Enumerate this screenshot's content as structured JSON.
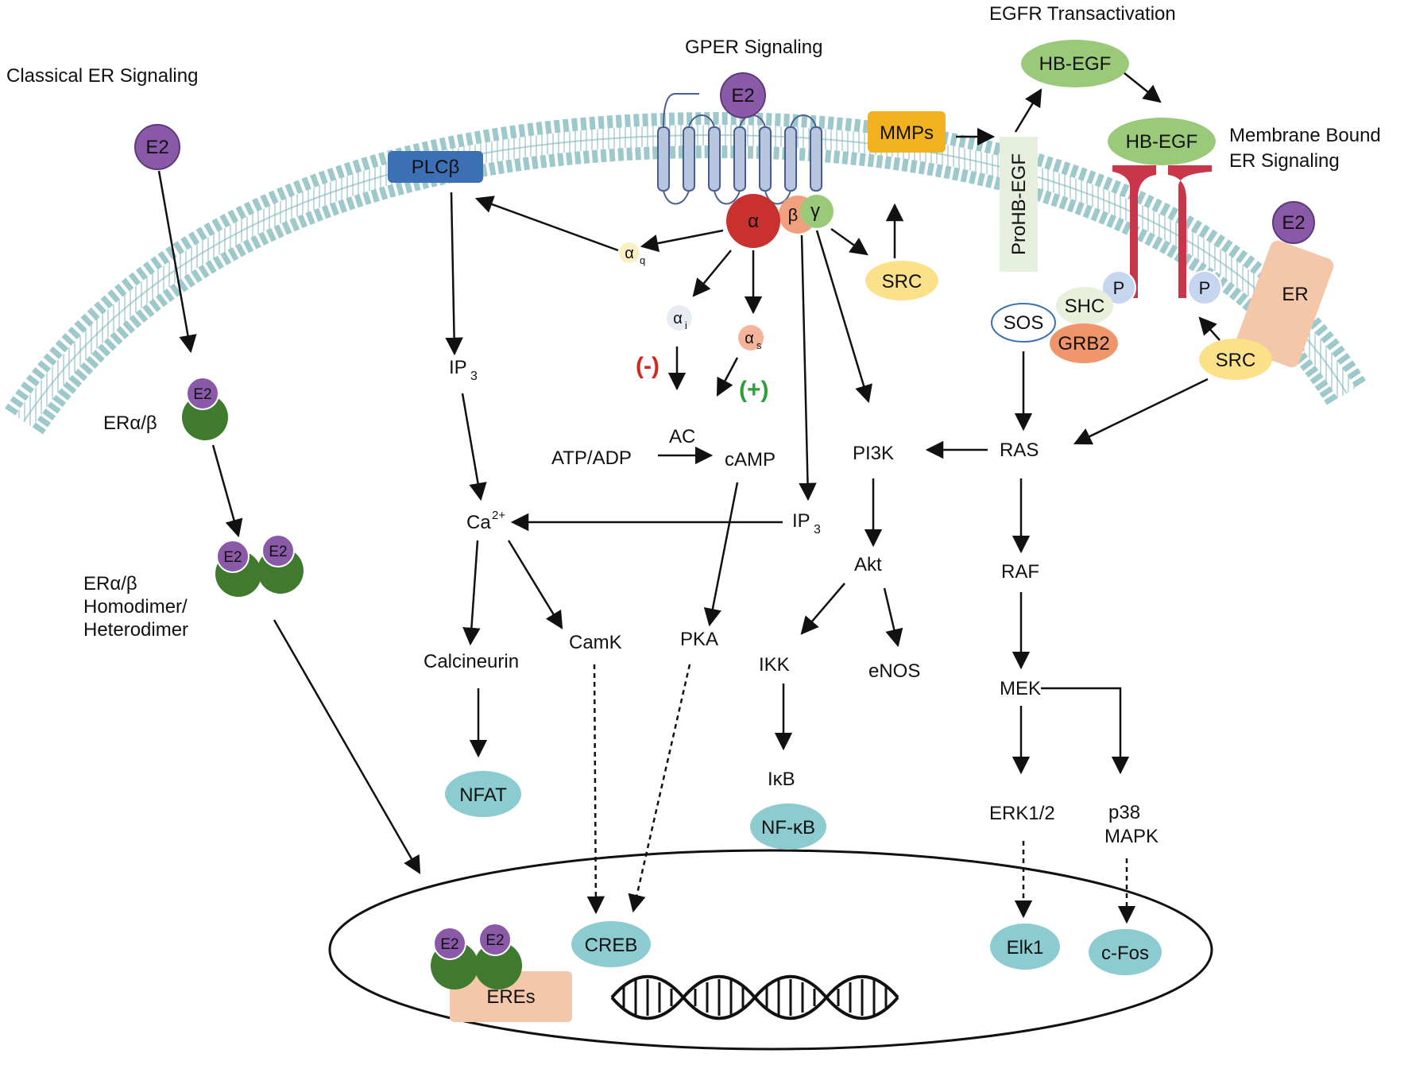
{
  "headings": {
    "classical": "Classical ER Signaling",
    "gper": "GPER Signaling",
    "egfr": "EGFR Transactivation",
    "membrane_line1": "Membrane Bound",
    "membrane_line2": "ER Signaling"
  },
  "ligand": "E2",
  "receptors": {
    "er_ab": "ERα/β",
    "dimer_line1": "ERα/β",
    "dimer_line2": "Homodimer/",
    "dimer_line3": "Heterodimer",
    "er": "ER"
  },
  "gprotein": {
    "alpha": "α",
    "beta": "β",
    "gamma": "γ",
    "alpha_q": "α",
    "q_sub": "q",
    "alpha_i": "α",
    "i_sub": "i",
    "alpha_s": "α",
    "s_sub": "s",
    "minus": "(-)",
    "plus": "(+)"
  },
  "membrane_proteins": {
    "plcb": "PLCβ",
    "mmps": "MMPs",
    "prohbegf": "ProHB-EGF",
    "hbegf_top": "HB-EGF",
    "hbegf_bound": "HB-EGF",
    "src_gper": "SRC",
    "src_er": "SRC",
    "sos": "SOS",
    "shc": "SHC",
    "grb2": "GRB2",
    "p": "P"
  },
  "pathway": {
    "ip3_left": "IP",
    "ip3_left_sub": "3",
    "ip3_right": "IP",
    "ip3_right_sub": "3",
    "ca": "Ca",
    "ca_sup": "2+",
    "atp": "ATP/ADP",
    "ac": "AC",
    "camp": "cAMP",
    "pi3k": "PI3K",
    "ras": "RAS",
    "akt": "Akt",
    "raf": "RAF",
    "calcineurin": "Calcineurin",
    "camk": "CamK",
    "pka": "PKA",
    "ikk": "IKK",
    "enos": "eNOS",
    "mek": "MEK",
    "ikb": "IκB",
    "erk": "ERK1/2",
    "p38_line1": "p38",
    "p38_line2": "MAPK"
  },
  "transcription": {
    "nfat": "NFAT",
    "nfkb": "NF-κB",
    "creb": "CREB",
    "elk1": "Elk1",
    "cfos": "c-Fos",
    "eres": "EREs"
  },
  "colors": {
    "ligand_purple": "#8a5aa8",
    "receptor_green": "#3f7a2e",
    "membrane_blue": "#9dc9cc",
    "plcb_blue": "#3c6fb4",
    "mmps_orange": "#f2b11e",
    "hbegf_green": "#9bc97a",
    "tf_teal": "#8cccd1",
    "src_yellow": "#fbe28a",
    "galpha_red": "#c9312f",
    "egfr_red": "#c9364a",
    "eres_peach": "#f4c6aa",
    "minus_red": "#cc2a1f",
    "plus_green": "#2e9e3a"
  }
}
